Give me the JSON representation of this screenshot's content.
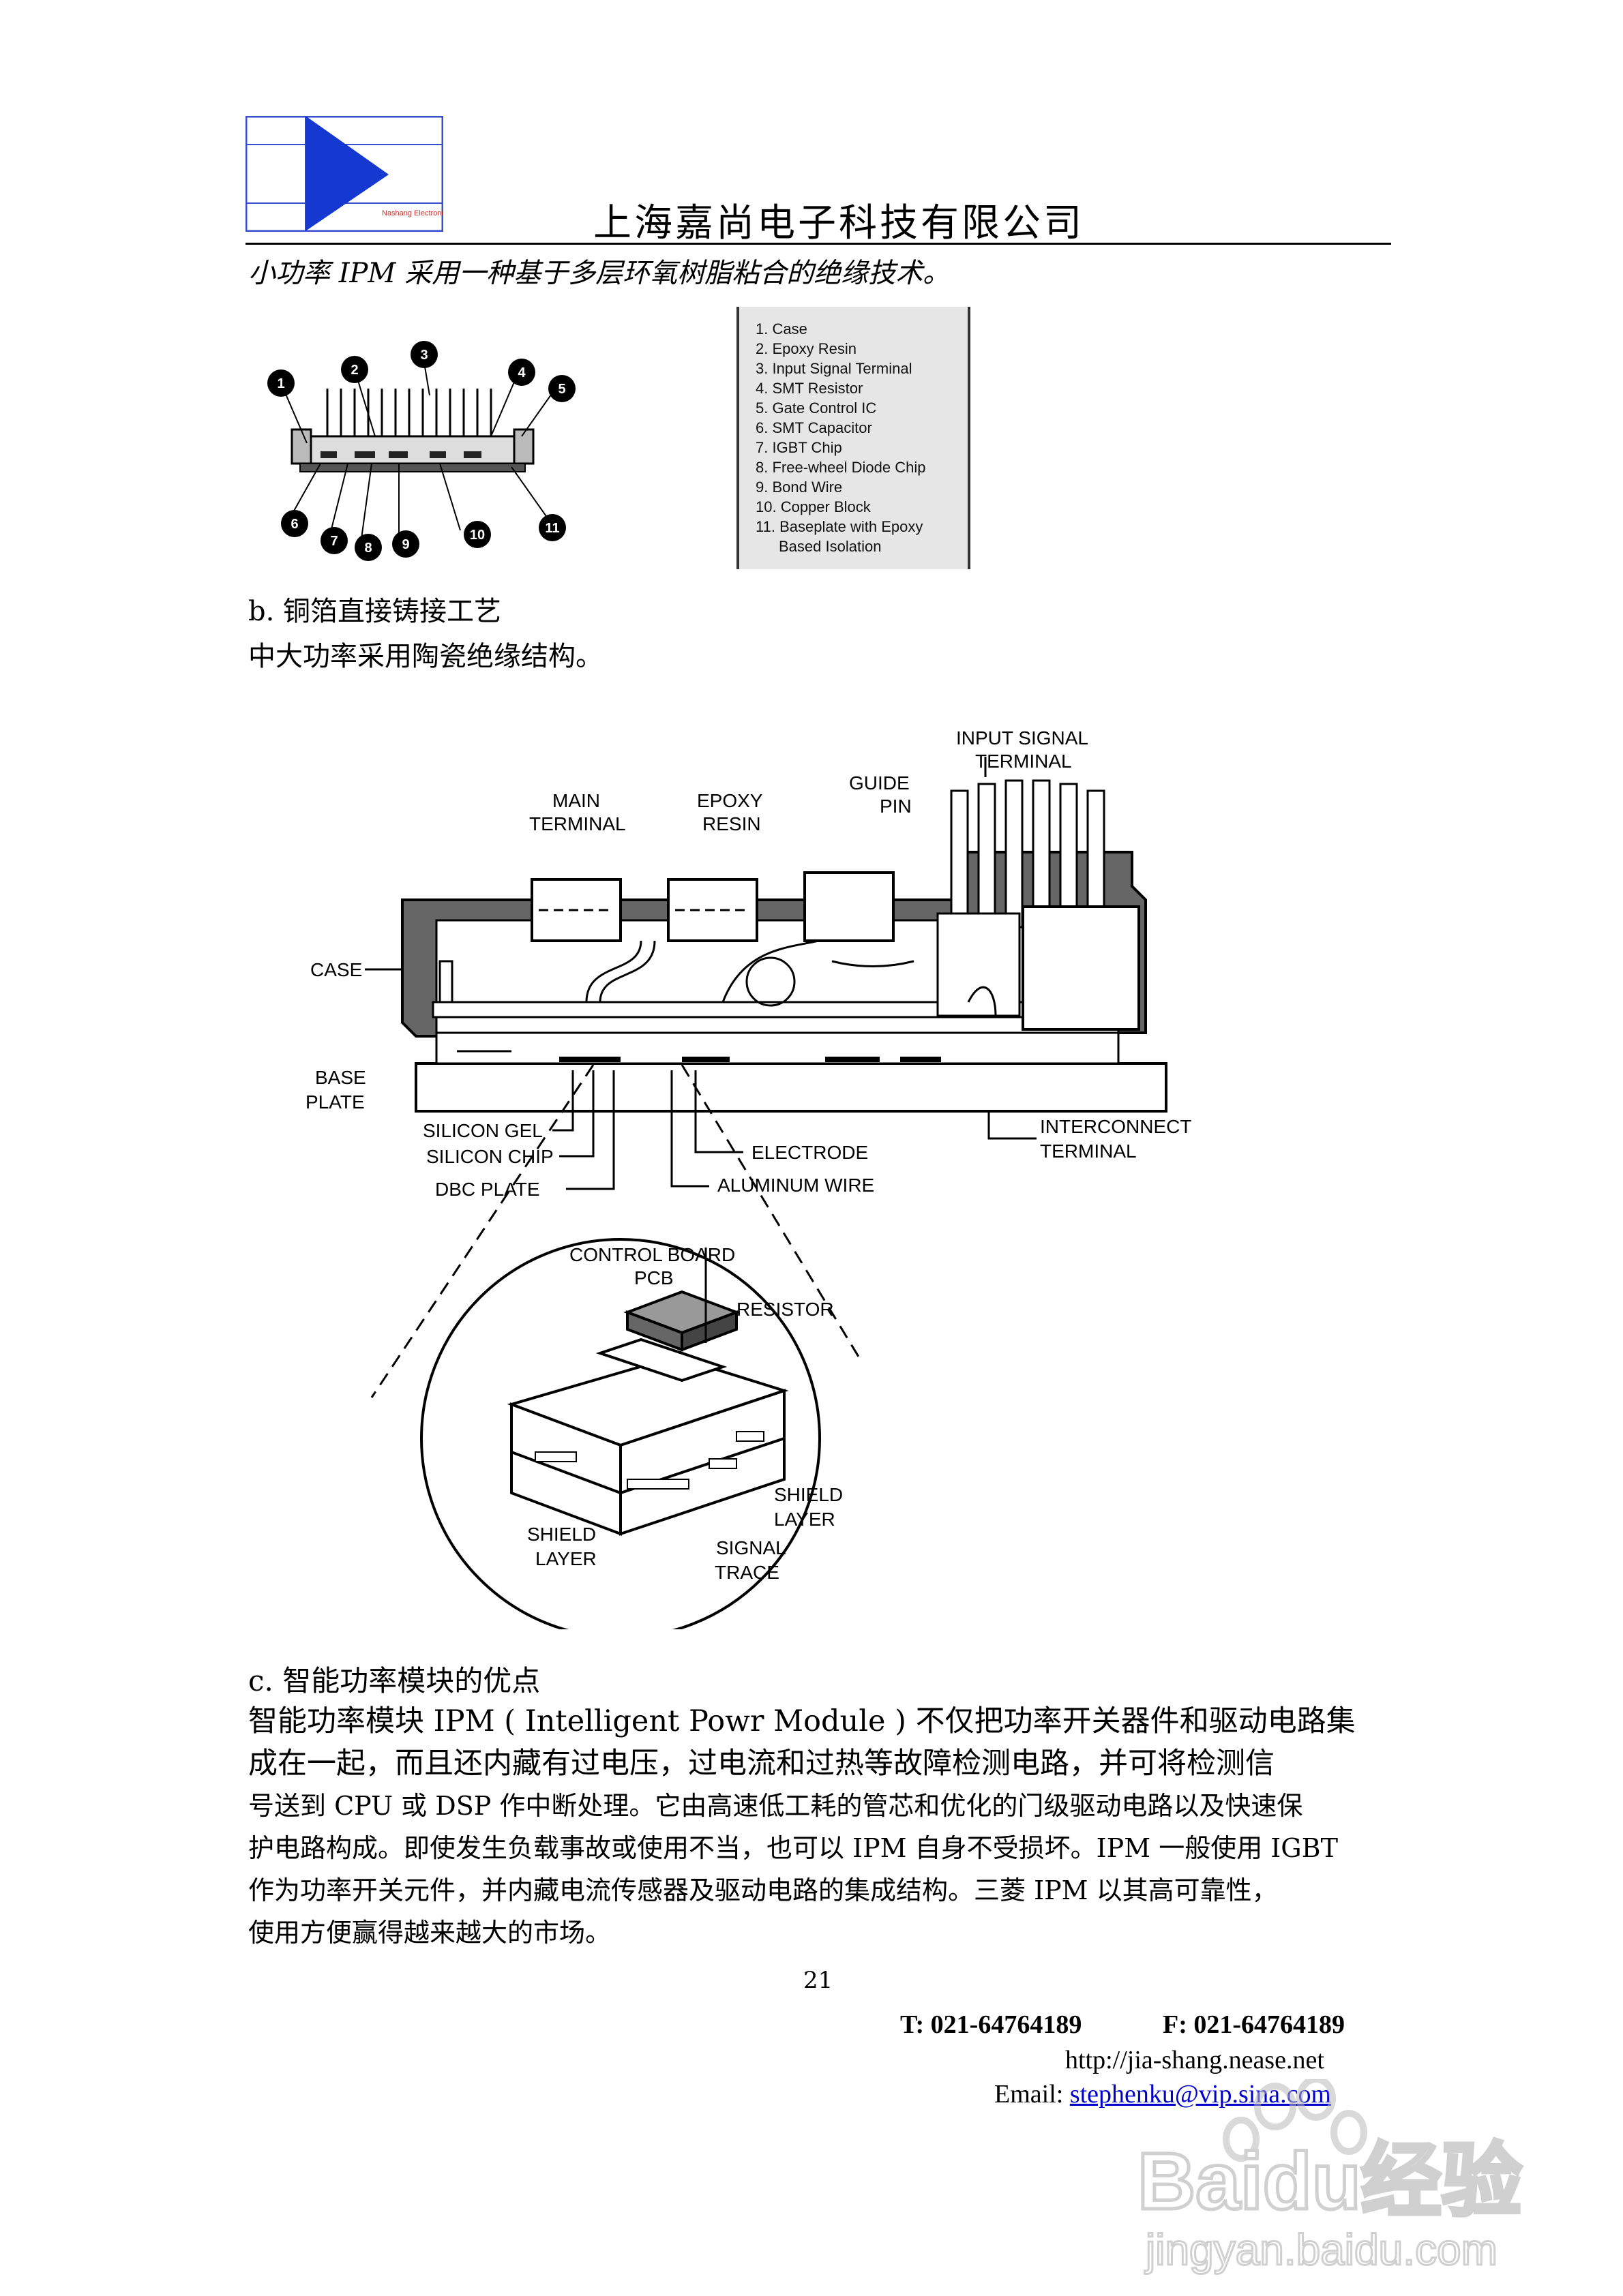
{
  "header": {
    "logo_label": "Nashang Electronic",
    "company_name": "上海嘉尚电子科技有限公司"
  },
  "section_a": {
    "intro": "小功率 IPM 采用一种基于多层环氧树脂粘合的绝缘技术。",
    "callouts": [
      "1",
      "2",
      "3",
      "4",
      "5",
      "6",
      "7",
      "8",
      "9",
      "10",
      "11"
    ],
    "legend": [
      "1. Case",
      "2. Epoxy Resin",
      "3. Input Signal Terminal",
      "4. SMT Resistor",
      "5. Gate Control IC",
      "6. SMT Capacitor",
      "7. IGBT Chip",
      "8. Free-wheel Diode Chip",
      "9. Bond Wire",
      "10. Copper Block",
      "11. Baseplate with Epoxy",
      "Based Isolation"
    ]
  },
  "section_b": {
    "heading": "b.  铜箔直接铸接工艺",
    "intro": "中大功率采用陶瓷绝缘结构。",
    "diagram_labels": {
      "input_signal_1": "INPUT SIGNAL",
      "input_signal_2": "TERMINAL",
      "guide_1": "GUIDE",
      "guide_2": "PIN",
      "main_1": "MAIN",
      "main_2": "TERMINAL",
      "epoxy_1": "EPOXY",
      "epoxy_2": "RESIN",
      "case": "CASE",
      "base_1": "BASE",
      "base_2": "PLATE",
      "silicon_gel": "SILICON GEL",
      "silicon_chip": "SILICON CHIP",
      "dbc_plate": "DBC PLATE",
      "electrode": "ELECTRODE",
      "aluminum_wire": "ALUMINUM WIRE",
      "interconnect_1": "INTERCONNECT",
      "interconnect_2": "TERMINAL",
      "control_board_1": "CONTROL BOARD",
      "control_board_2": "PCB",
      "resistor": "RESISTOR",
      "shield_left_1": "SHIELD",
      "shield_left_2": "LAYER",
      "shield_right_1": "SHIELD",
      "shield_right_2": "LAYER",
      "signal_1": "SIGNAL",
      "signal_2": "TRACE"
    }
  },
  "section_c": {
    "heading": "c.  智能功率模块的优点",
    "lines": [
      "智能功率模块 IPM ( Intelligent Powr Module ) 不仅把功率开关器件和驱动电路集",
      "成在一起，而且还内藏有过电压，过电流和过热等故障检测电路，并可将检测信",
      "号送到 CPU 或 DSP 作中断处理。它由高速低工耗的管芯和优化的门级驱动电路以及快速保",
      "护电路构成。即使发生负载事故或使用不当，也可以 IPM 自身不受损坏。IPM 一般使用 IGBT",
      "作为功率开关元件，并内藏电流传感器及驱动电路的集成结构。三菱  IPM  以其高可靠性，",
      "使用方便赢得越来越大的市场。"
    ]
  },
  "footer": {
    "page_number": "21",
    "tel": "T:  021-64764189",
    "fax": "F:  021-64764189",
    "website": "http://jia-shang.nease.net",
    "email_label": "Email:",
    "email": "stephenku@vip.sina.com"
  },
  "watermark": {
    "brand": "Baidu经验",
    "url": "jingyan.baidu.com"
  }
}
